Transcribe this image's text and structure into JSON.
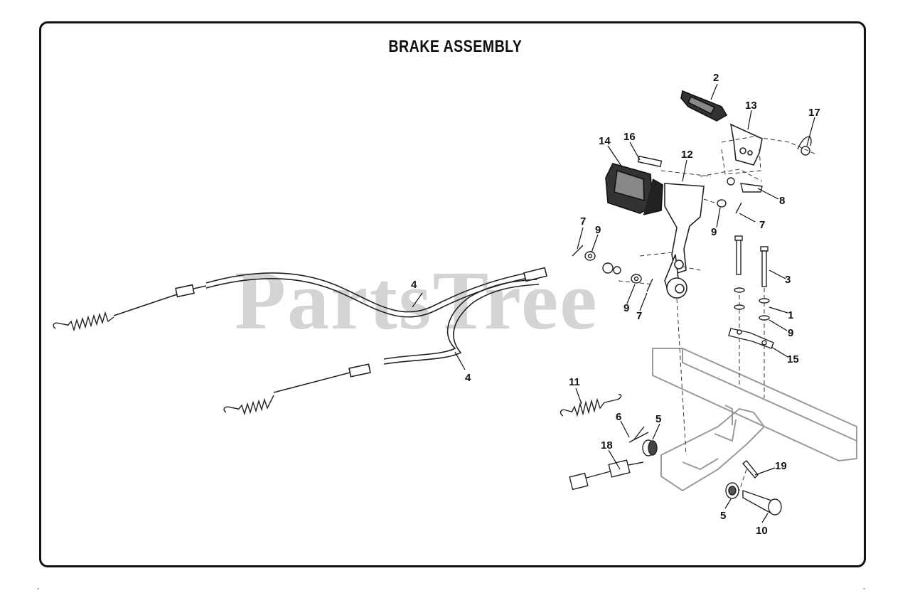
{
  "title": "BRAKE ASSEMBLY",
  "watermark": "PartsTree",
  "colors": {
    "frame": "#111111",
    "part_fill": "#ffffff",
    "dark": "#1a1a1a",
    "watermark": "#c9c9c9",
    "faded_frame": "#9a9a9a"
  },
  "callouts": [
    {
      "id": "c2",
      "text": "2"
    },
    {
      "id": "c13",
      "text": "13"
    },
    {
      "id": "c17",
      "text": "17"
    },
    {
      "id": "c14",
      "text": "14"
    },
    {
      "id": "c16",
      "text": "16"
    },
    {
      "id": "c12",
      "text": "12"
    },
    {
      "id": "c8",
      "text": "8"
    },
    {
      "id": "c9a",
      "text": "9"
    },
    {
      "id": "c7a",
      "text": "7"
    },
    {
      "id": "c7b",
      "text": "7"
    },
    {
      "id": "c9b",
      "text": "9"
    },
    {
      "id": "c3",
      "text": "3"
    },
    {
      "id": "c4a",
      "text": "4"
    },
    {
      "id": "c9c",
      "text": "9"
    },
    {
      "id": "c7c",
      "text": "7"
    },
    {
      "id": "c1",
      "text": "1"
    },
    {
      "id": "c9d",
      "text": "9"
    },
    {
      "id": "c15",
      "text": "15"
    },
    {
      "id": "c4b",
      "text": "4"
    },
    {
      "id": "c11",
      "text": "11"
    },
    {
      "id": "c6",
      "text": "6"
    },
    {
      "id": "c5a",
      "text": "5"
    },
    {
      "id": "c18",
      "text": "18"
    },
    {
      "id": "c19",
      "text": "19"
    },
    {
      "id": "c5b",
      "text": "5"
    },
    {
      "id": "c10",
      "text": "10"
    }
  ]
}
